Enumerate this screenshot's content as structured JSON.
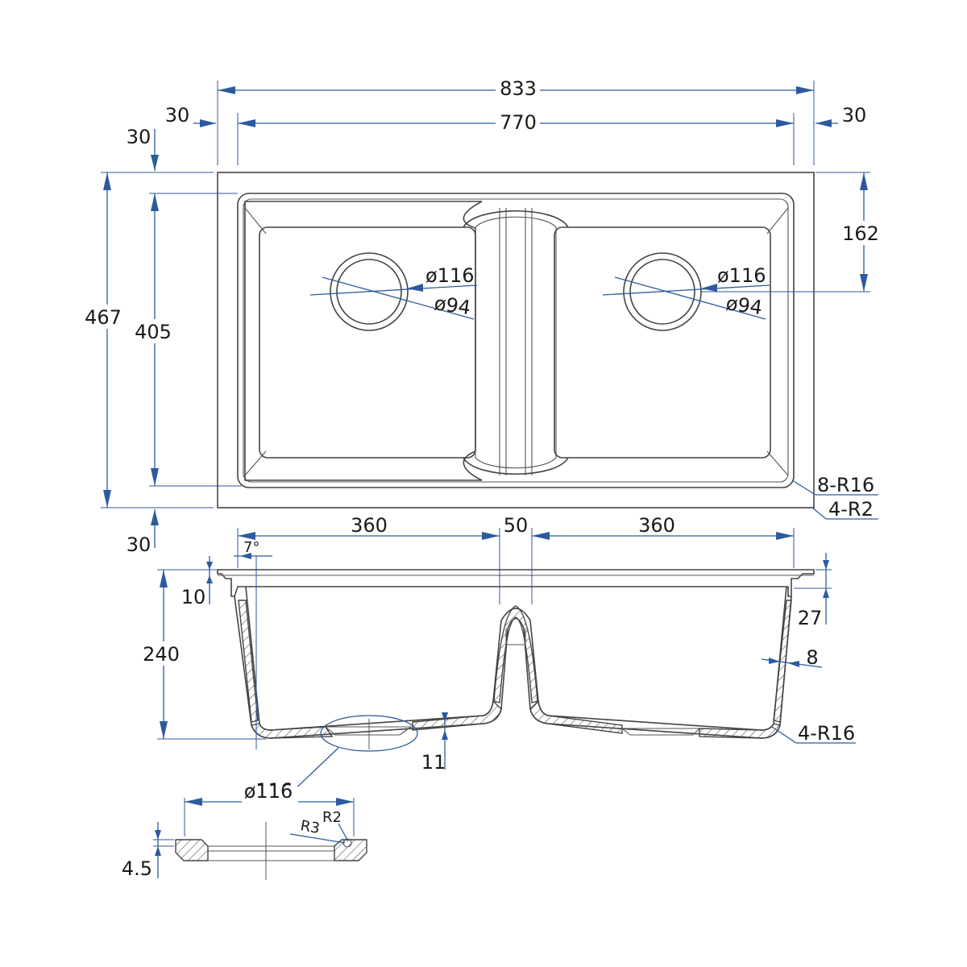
{
  "dimensions": {
    "overall_width": "833",
    "inner_width": "770",
    "margin_left": "30",
    "margin_right": "30",
    "margin_top": "30",
    "margin_bottom": "30",
    "overall_depth": "467",
    "inner_depth": "405",
    "drain_offset": "162",
    "drain_outer_dia_left": "ø116",
    "drain_inner_dia_left": "ø94",
    "drain_outer_dia_right": "ø116",
    "drain_inner_dia_right": "ø94",
    "corner_radius_outer": "8-R16",
    "corner_radius_edge": "4-R2",
    "bowl_width_left": "360",
    "divider_width": "50",
    "bowl_width_right": "360",
    "draft_angle": "7°",
    "rim_thickness": "10",
    "bowl_height": "240",
    "flange_height": "27",
    "wall_thickness": "8",
    "bottom_radius": "4-R16",
    "bottom_thickness": "11",
    "drain_detail_dia": "ø116",
    "detail_radius_r3": "R3",
    "detail_radius_r2": "R2",
    "detail_thickness": "4.5"
  }
}
